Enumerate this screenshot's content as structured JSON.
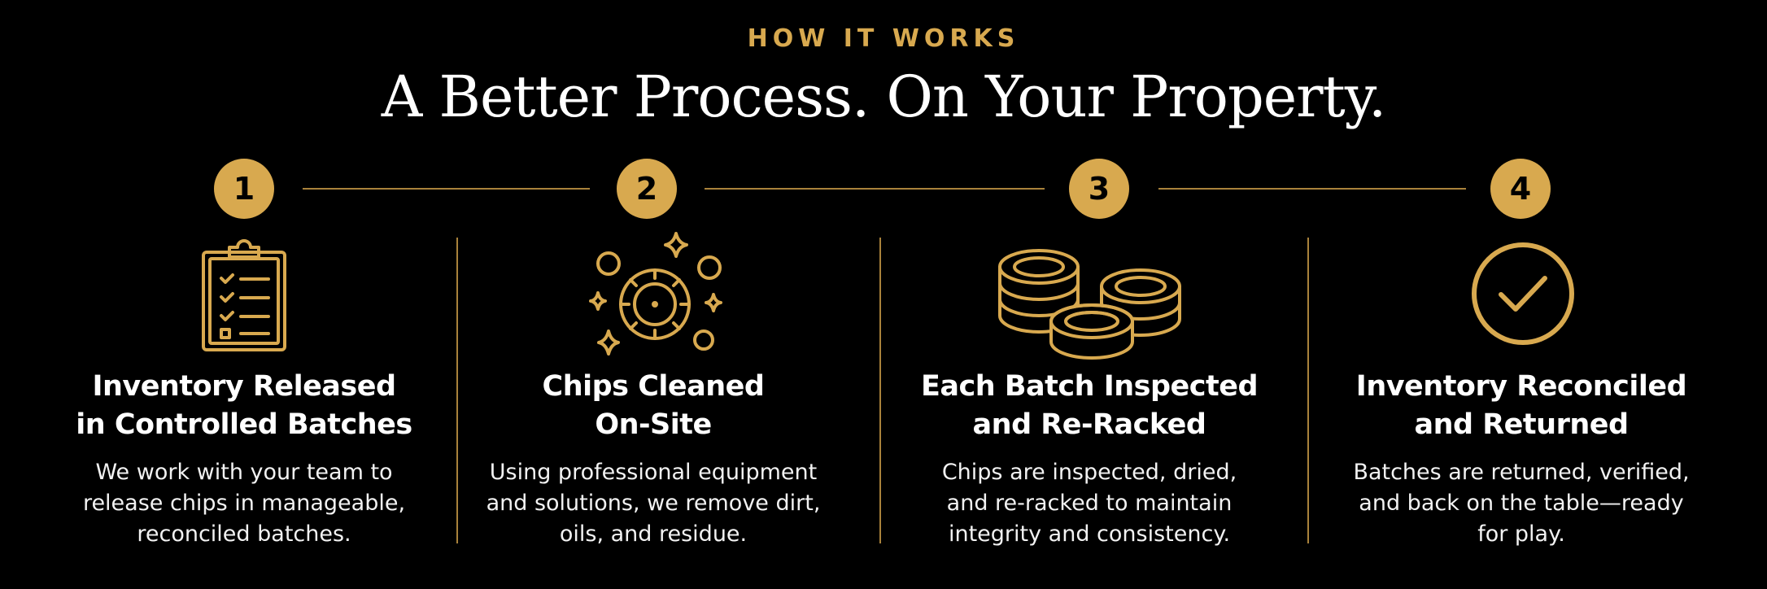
{
  "header": {
    "eyebrow": "HOW IT WORKS",
    "headline": "A Better Process. On Your Property."
  },
  "colors": {
    "accent": "#d8a94f",
    "background": "#000000",
    "text": "#ffffff"
  },
  "steps": [
    {
      "number": "1",
      "icon": "clipboard-checklist-icon",
      "title_lines": [
        "Inventory Released",
        "in Controlled Batches"
      ],
      "description_lines": [
        "We work with your team to",
        "release chips in manageable,",
        "reconciled batches."
      ]
    },
    {
      "number": "2",
      "icon": "sparkling-chip-icon",
      "title_lines": [
        "Chips Cleaned",
        "On-Site"
      ],
      "description_lines": [
        "Using professional equipment",
        "and solutions, we remove dirt,",
        "oils, and residue."
      ]
    },
    {
      "number": "3",
      "icon": "chip-stacks-icon",
      "title_lines": [
        "Each Batch Inspected",
        "and Re-Racked"
      ],
      "description_lines": [
        "Chips are inspected, dried,",
        "and re-racked to maintain",
        "integrity and consistency."
      ]
    },
    {
      "number": "4",
      "icon": "check-circle-icon",
      "title_lines": [
        "Inventory Reconciled",
        "and Returned"
      ],
      "description_lines": [
        "Batches are returned, verified,",
        "and back on the table—ready",
        "for play."
      ]
    }
  ]
}
